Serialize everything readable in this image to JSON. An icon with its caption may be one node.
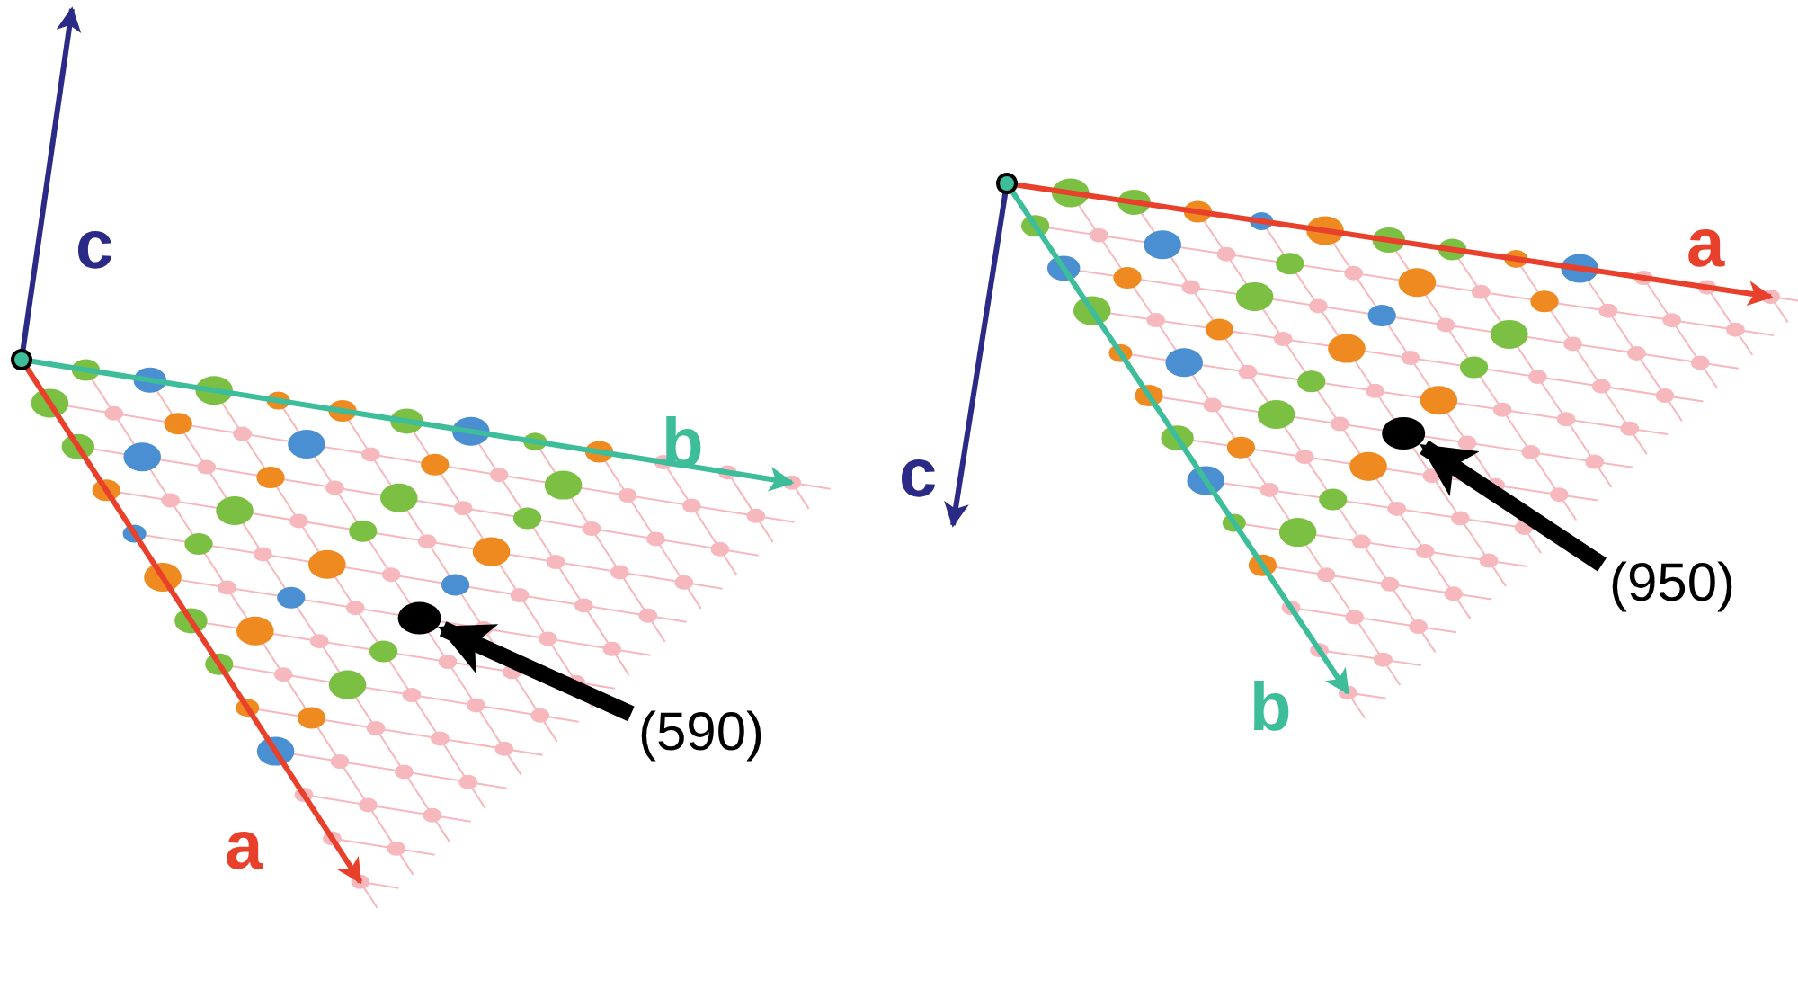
{
  "diagram": {
    "nodes": [
      {
        "text": [],
        "shape": "circle"
      },
      {
        "text": [
          "(590)"
        ]
      },
      {
        "text": [],
        "shape": "circle"
      },
      {
        "text": [
          "(950)"
        ]
      }
    ],
    "edges": [
      {
        "from": 1,
        "to": 0,
        "arrow": "to"
      },
      {
        "from": 3,
        "to": 2,
        "arrow": "to"
      }
    ],
    "labels": [
      "c",
      "b",
      "a",
      "a",
      "c",
      "b"
    ]
  }
}
